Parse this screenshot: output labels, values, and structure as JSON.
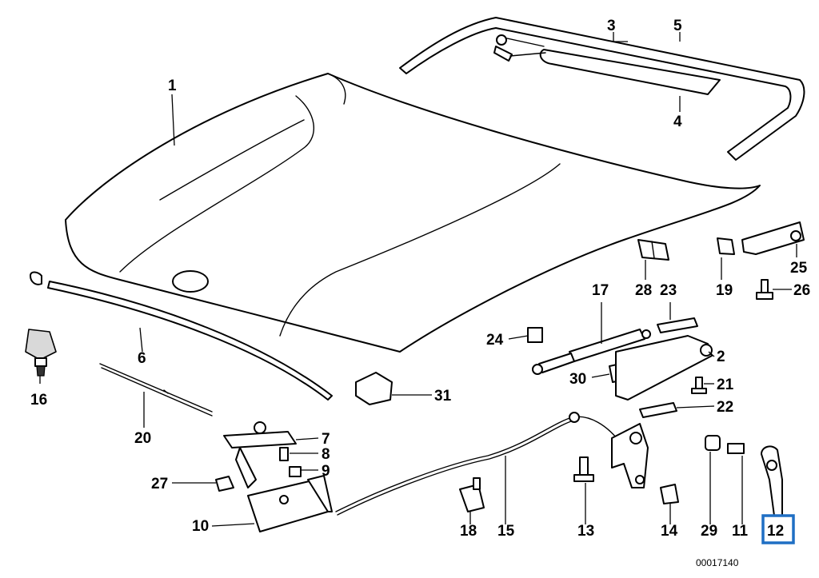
{
  "labels": {
    "p1": "1",
    "p2": "2",
    "p3": "3",
    "p4": "4",
    "p5": "5",
    "p6": "6",
    "p7": "7",
    "p8": "8",
    "p9": "9",
    "p10": "10",
    "p11": "11",
    "p12": "12",
    "p13": "13",
    "p14": "14",
    "p15": "15",
    "p16": "16",
    "p17": "17",
    "p18": "18",
    "p19": "19",
    "p20": "20",
    "p21": "21",
    "p22": "22",
    "p23": "23",
    "p24": "24",
    "p25": "25",
    "p26": "26",
    "p27": "27",
    "p28": "28",
    "p29": "29",
    "p30": "30",
    "p31": "31"
  },
  "highlighted_part": "12",
  "highlight_color": "#1f6fc4",
  "diagram_code": "00017140"
}
